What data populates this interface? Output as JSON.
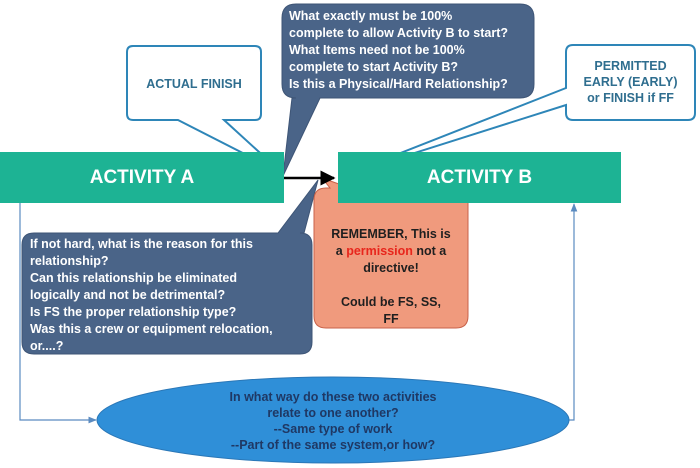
{
  "activities": {
    "a_label": "ACTIVITY A",
    "b_label": "ACTIVITY B"
  },
  "callouts": {
    "actual_finish": "ACTUAL FINISH",
    "permitted": [
      "PERMITTED",
      "EARLY (EARLY)",
      "or FINISH if FF"
    ],
    "questions_top": [
      "What exactly must be 100%",
      "complete to allow Activity B to start?",
      "What Items need not be 100%",
      "complete to start Activity B?",
      "Is this a Physical/Hard Relationship?"
    ],
    "questions_left": [
      "If not hard, what is the reason for this",
      "relationship?",
      "Can this relationship be eliminated",
      "logically and not be detrimental?",
      "Is FS the proper relationship type?",
      "Was this a crew or equipment relocation,",
      "or....?"
    ],
    "remember": {
      "line1": "REMEMBER, This is",
      "line2_prefix": "a ",
      "line2_highlight": "permission",
      "line2_suffix": " not a",
      "line3": "directive!",
      "line4": "Could be FS, SS,",
      "line5": "FF"
    },
    "oval": [
      "In what way do these two activities",
      "relate to one another?",
      "--Same type of work",
      "--Part of the same system,or how?"
    ]
  },
  "colors": {
    "activity_fill": "#1db394",
    "dark_callout_fill": "#4a6488",
    "blue_callout_border": "#2e86b8",
    "salmon_fill": "#f09a7d",
    "oval_fill": "#2f8fd8",
    "highlight": "#e8261c"
  }
}
